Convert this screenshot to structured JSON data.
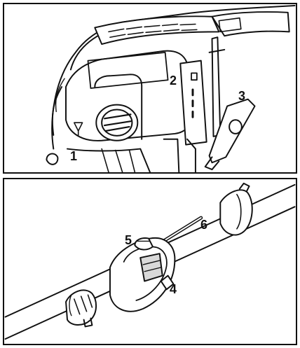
{
  "callouts": {
    "c1": "1",
    "c2": "2",
    "c3": "3",
    "c4": "4",
    "c5": "5",
    "c6": "6"
  },
  "colors": {
    "stroke": "#111111",
    "fill": "#ffffff",
    "shade": "#d9d9d9"
  }
}
